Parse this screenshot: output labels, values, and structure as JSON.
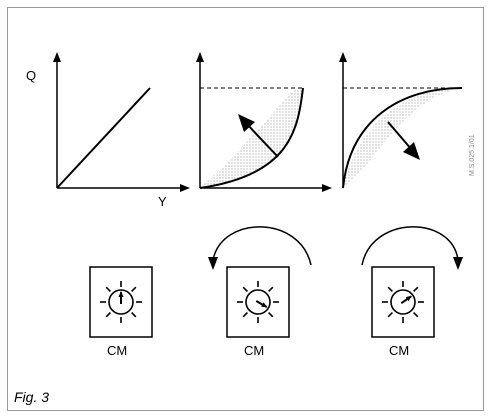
{
  "figure": {
    "axis_y_label": "Q",
    "axis_x_label": "Y",
    "side_code": "M.S.025.1/01",
    "caption": "Fig. 3",
    "dial_label": "CM"
  },
  "dials": [
    {
      "label": "CM",
      "pointer_deg": 0
    },
    {
      "label": "CM",
      "pointer_deg": 120
    },
    {
      "label": "CM",
      "pointer_deg": 55
    }
  ],
  "colors": {
    "line": "#000000",
    "frame": "#9a9a9a",
    "hatch": "#555555"
  }
}
